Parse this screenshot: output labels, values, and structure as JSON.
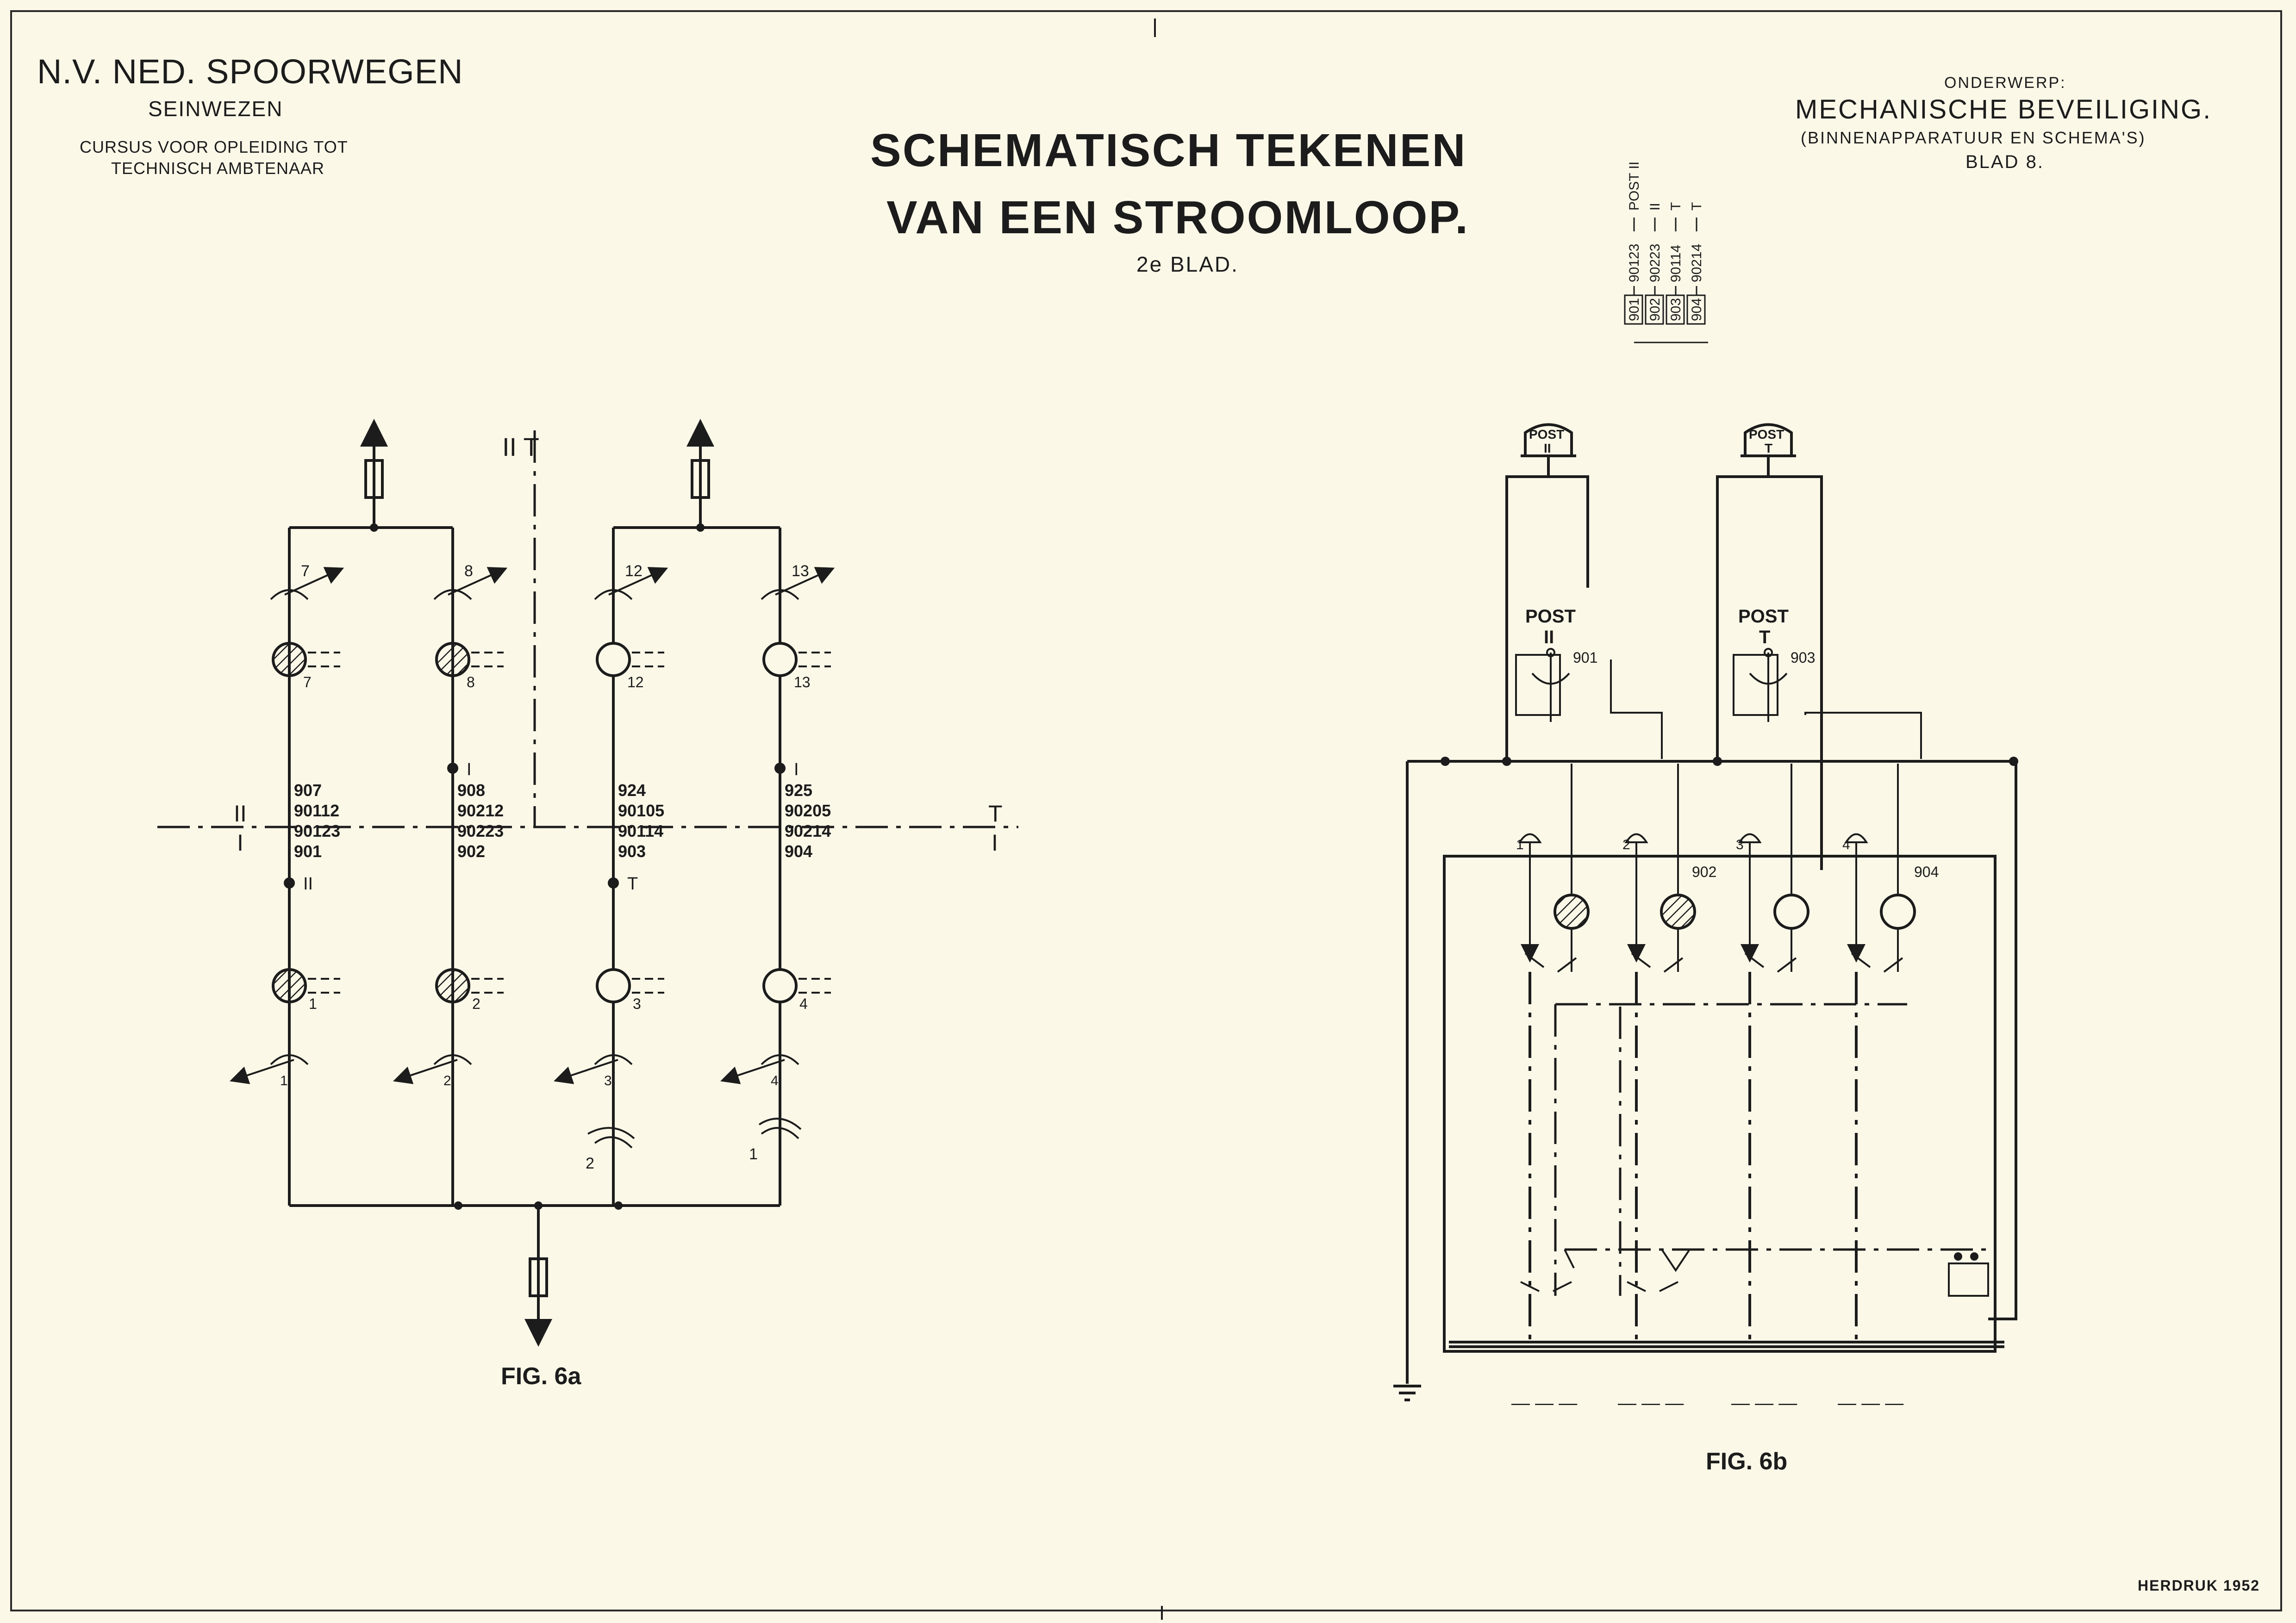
{
  "header": {
    "organization": "N.V. NED. SPOORWEGEN",
    "department": "SEINWEZEN",
    "course_line1": "CURSUS VOOR OPLEIDING TOT",
    "course_line2": "TECHNISCH AMBTENAAR"
  },
  "title": {
    "line1": "SCHEMATISCH TEKENEN",
    "line2": "VAN EEN STROOMLOOP.",
    "sheet": "2e BLAD."
  },
  "subject": {
    "label": "ONDERWERP:",
    "line1": "MECHANISCHE BEVEILIGING.",
    "line2": "(BINNENAPPARATUUR EN SCHEMA'S)",
    "line3": "BLAD 8."
  },
  "legend": {
    "rows": [
      {
        "tag": "901",
        "code": "90123",
        "post": "POST II"
      },
      {
        "tag": "902",
        "code": "90223",
        "post": "II"
      },
      {
        "tag": "903",
        "code": "90114",
        "post": "T"
      },
      {
        "tag": "904",
        "code": "90214",
        "post": "T"
      }
    ]
  },
  "fig_a": {
    "caption": "FIG. 6a",
    "zone_top_label": "II T",
    "left_upper": "II",
    "left_lower": "I",
    "right_upper": "T",
    "right_lower": "I",
    "columns": [
      {
        "top_num": "7",
        "bottom_num": "1",
        "codes": [
          "907",
          "90112",
          "90123",
          "901"
        ],
        "tag_above": "",
        "tag_below": "II",
        "hatched": true
      },
      {
        "top_num": "8",
        "bottom_num": "2",
        "codes": [
          "908",
          "90212",
          "90223",
          "902"
        ],
        "tag_above": "I",
        "tag_below": "",
        "hatched": true
      },
      {
        "top_num": "12",
        "bottom_num": "3",
        "codes": [
          "924",
          "90105",
          "90114",
          "903"
        ],
        "tag_above": "",
        "tag_below": "T",
        "hatched": false
      },
      {
        "top_num": "13",
        "bottom_num": "4",
        "codes": [
          "925",
          "90205",
          "90214",
          "904"
        ],
        "tag_above": "I",
        "tag_below": "",
        "hatched": false
      }
    ],
    "switch_labels_top": [
      "7",
      "8",
      "12",
      "13"
    ],
    "switch_labels_bottom": [
      "1",
      "2",
      "3",
      "4"
    ],
    "extra_labels": [
      "2",
      "1"
    ],
    "side_labels": [
      "I",
      "II",
      "T"
    ]
  },
  "fig_b": {
    "caption": "FIG. 6b",
    "posts": [
      {
        "box": "POST II",
        "label": "POST",
        "roman": "II",
        "relay": "901"
      },
      {
        "box": "POST T",
        "label": "POST",
        "roman": "T",
        "relay": "903"
      }
    ],
    "lever_nums": [
      "1",
      "2",
      "3",
      "4"
    ],
    "relay_labels": [
      "902",
      "904"
    ]
  },
  "footer": {
    "reprint": "HERDRUK 1952"
  }
}
